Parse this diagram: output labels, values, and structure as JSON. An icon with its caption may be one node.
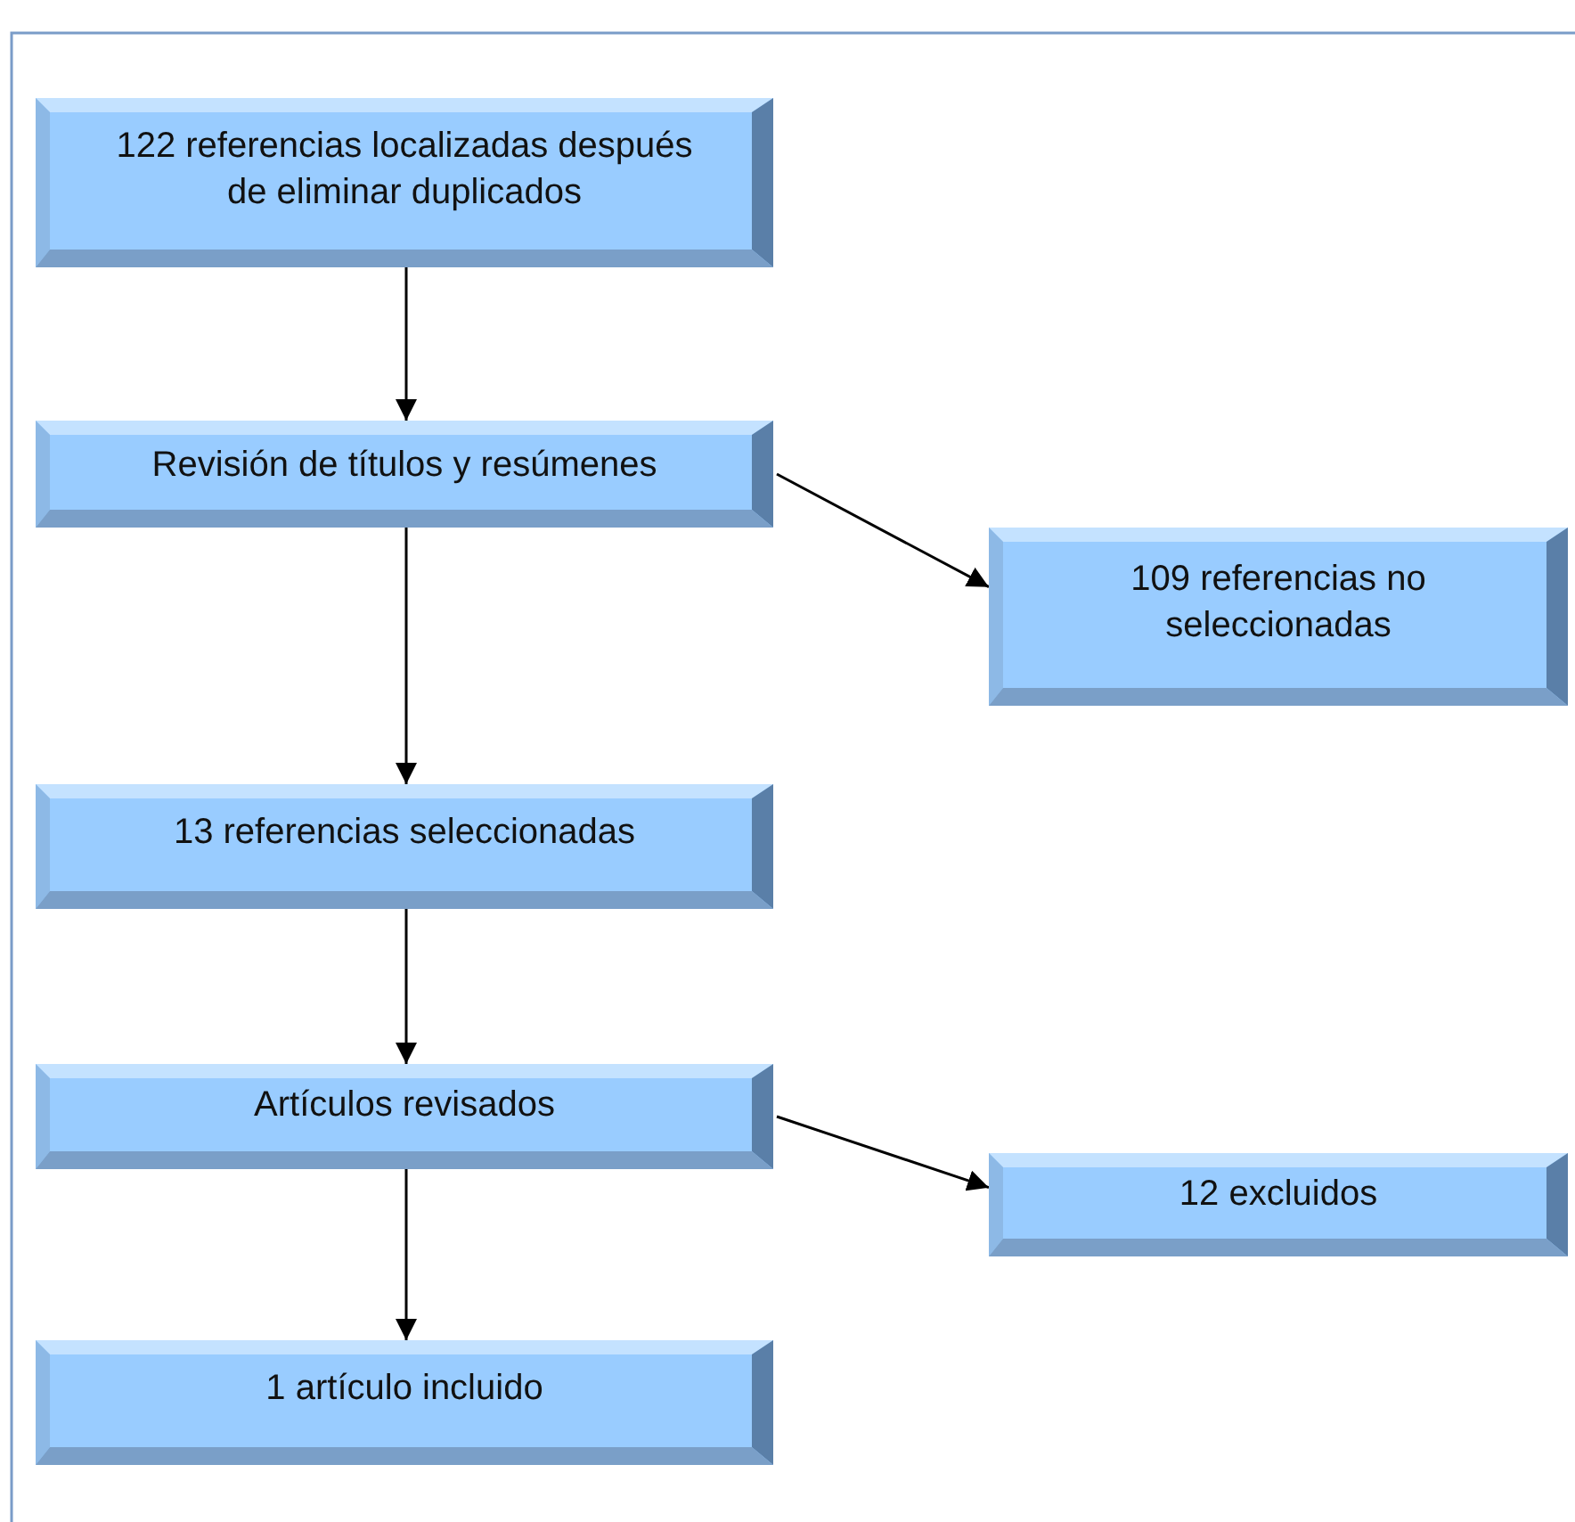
{
  "diagram": {
    "nodes": [
      {
        "text": [
          "122 referencias localizadas después de eliminar duplicados"
        ]
      },
      {
        "text": [
          "Revisión de títulos y resúmenes"
        ]
      },
      {
        "text": [
          "109 referencias no seleccionadas"
        ]
      },
      {
        "text": [
          "13 referencias seleccionadas"
        ]
      },
      {
        "text": [
          "Artículos revisados"
        ]
      },
      {
        "text": [
          "12 excluidos"
        ]
      },
      {
        "text": [
          "1 artículo incluido"
        ]
      }
    ],
    "edges": [
      {
        "from": 0,
        "to": 1,
        "arrow": "to"
      },
      {
        "from": 1,
        "to": 2,
        "arrow": "to"
      },
      {
        "from": 1,
        "to": 3,
        "arrow": "to"
      },
      {
        "from": 3,
        "to": 4,
        "arrow": "to"
      },
      {
        "from": 4,
        "to": 5,
        "arrow": "to"
      },
      {
        "from": 4,
        "to": 6,
        "arrow": "to"
      }
    ]
  }
}
